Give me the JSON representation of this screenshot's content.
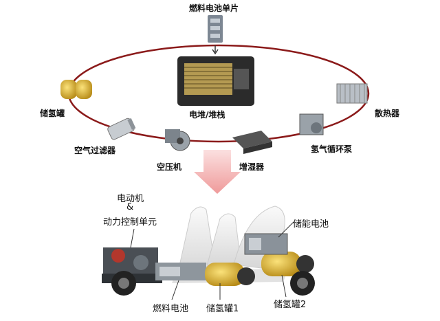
{
  "top_diagram": {
    "fuel_cell_unit": "燃料电池单片",
    "stack": "电堆/堆栈",
    "hydrogen_tank": "储氢罐",
    "radiator": "散热器",
    "air_filter": "空气过滤器",
    "compressor": "空压机",
    "humidifier": "增湿器",
    "hydrogen_pump": "氢气循环泵"
  },
  "vehicle": {
    "motor_line1": "电动机",
    "motor_line2": "&",
    "motor_line3": "动力控制单元",
    "battery": "储能电池",
    "fuel_cell": "燃料电池",
    "tank1": "储氢罐1",
    "tank2": "储氢罐2"
  },
  "colors": {
    "ring": "#8b1a1a",
    "arrow": "#f3b0b0",
    "tank_yellow": "#e8c23a"
  }
}
